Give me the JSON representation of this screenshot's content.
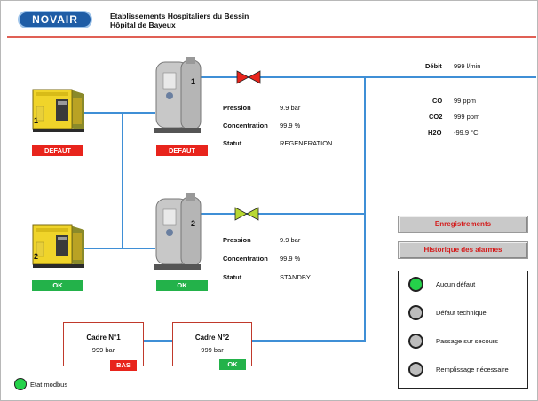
{
  "header": {
    "logo": "NOVAIR",
    "line1": "Etablissements Hospitaliers du Bessin",
    "line2": "Hôpital de Bayeux"
  },
  "compressors": [
    {
      "number": "1",
      "status": "DEFAUT",
      "status_color": "#e8241c"
    },
    {
      "number": "2",
      "status": "OK",
      "status_color": "#23b24a"
    }
  ],
  "generators": [
    {
      "number": "1",
      "status": "DEFAUT",
      "pression_label": "Pression",
      "pression": "9.9 bar",
      "concentration_label": "Concentration",
      "concentration": "99.9 %",
      "statut_label": "Statut",
      "statut": "REGENERATION",
      "valve_color": "#e8241c"
    },
    {
      "number": "2",
      "status": "OK",
      "pression_label": "Pression",
      "pression": "9.9 bar",
      "concentration_label": "Concentration",
      "concentration": "99.9 %",
      "statut_label": "Statut",
      "statut": "STANDBY",
      "valve_color": "#b8d832"
    }
  ],
  "measures": {
    "debit_label": "Débit",
    "debit": "999 l/min",
    "co_label": "CO",
    "co": "99 ppm",
    "co2_label": "CO2",
    "co2": "999 ppm",
    "h2o_label": "H2O",
    "h2o": "-99.9 °C"
  },
  "buttons": {
    "enregistrements": "Enregistrements",
    "historique": "Historique des alarmes"
  },
  "legend": [
    {
      "label": "Aucun défaut",
      "state": "on"
    },
    {
      "label": "Défaut technique",
      "state": "off"
    },
    {
      "label": "Passage sur secours",
      "state": "off"
    },
    {
      "label": "Remplissage nécessaire",
      "state": "off"
    }
  ],
  "cadres": [
    {
      "title": "Cadre N°1",
      "value": "999 bar",
      "status": "BAS"
    },
    {
      "title": "Cadre N°2",
      "value": "999 bar",
      "status": "OK"
    }
  ],
  "modbus": {
    "label": "Etat modbus"
  },
  "colors": {
    "pipe": "#3f8fd6",
    "alarm": "#e8241c",
    "ok": "#23b24a"
  }
}
